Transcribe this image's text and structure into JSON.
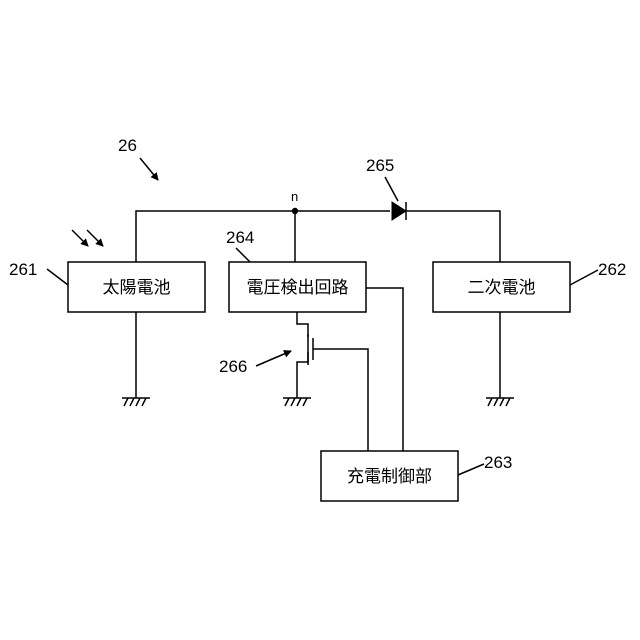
{
  "diagram": {
    "figure_ref": "26",
    "node_label": "n",
    "solar_cell": {
      "ref": "261",
      "label": "太陽電池"
    },
    "secondary_battery": {
      "ref": "262",
      "label": "二次電池"
    },
    "charge_controller": {
      "ref": "263",
      "label": "充電制御部"
    },
    "voltage_detector": {
      "ref": "264",
      "label": "電圧検出回路"
    },
    "diode": {
      "ref": "265"
    },
    "transistor": {
      "ref": "266"
    }
  }
}
